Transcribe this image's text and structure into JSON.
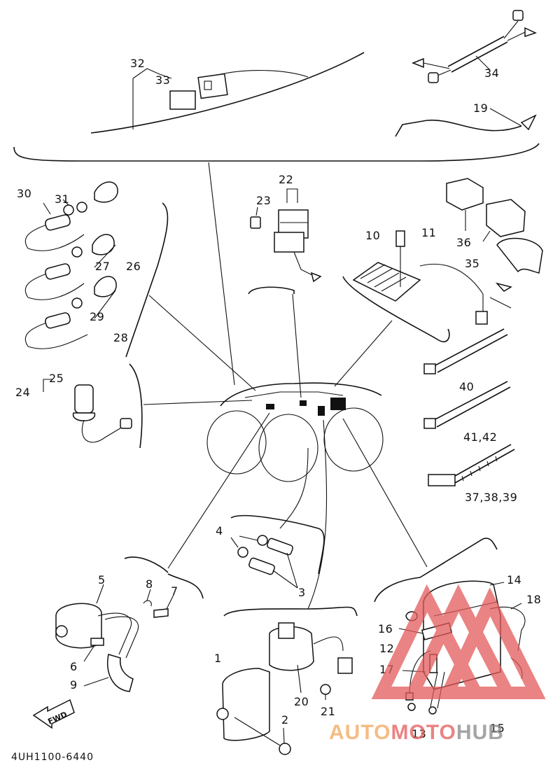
{
  "diagram": {
    "labels": {
      "l1": "1",
      "l2": "2",
      "l3": "3",
      "l4": "4",
      "l5": "5",
      "l6": "6",
      "l7": "7",
      "l8": "8",
      "l9": "9",
      "l10": "10",
      "l11": "11",
      "l12": "12",
      "l13": "13",
      "l14": "14",
      "l15": "15",
      "l16": "16",
      "l17": "17",
      "l18": "18",
      "l19": "19",
      "l20": "20",
      "l21": "21",
      "l22": "22",
      "l23": "23",
      "l24": "24",
      "l25": "25",
      "l26": "26",
      "l27": "27",
      "l28": "28",
      "l29": "29",
      "l30": "30",
      "l31": "31",
      "l32": "32",
      "l33": "33",
      "l34": "34",
      "l35": "35",
      "l36": "36",
      "l37": "37,38,39",
      "l40": "40",
      "l41": "41,42"
    },
    "fwd": "FWD",
    "code": "4UH1100-6440"
  },
  "watermark": {
    "part1": "AUTO",
    "part2": "MOTO",
    "part3": "HUB",
    "colors": {
      "orange": "#f2a65a",
      "red": "#e35a5a",
      "gray": "#888888"
    }
  }
}
